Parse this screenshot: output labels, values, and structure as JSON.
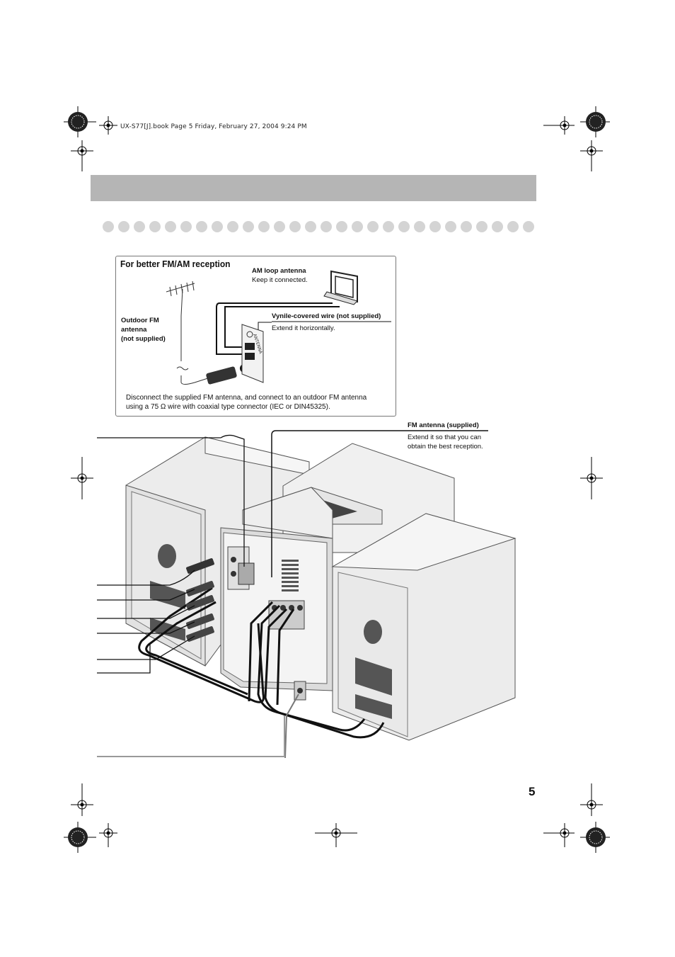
{
  "header": {
    "file_line": "UX-S77[J].book  Page 5  Friday, February 27, 2004  9:24 PM"
  },
  "inset": {
    "title": "For better FM/AM reception",
    "am_loop": {
      "label": "AM loop antenna",
      "desc": "Keep it connected."
    },
    "vinyl_wire": {
      "label": "Vynile-covered wire (not supplied)",
      "desc": "Extend it horizontally."
    },
    "outdoor_fm": {
      "line1": "Outdoor FM",
      "line2": "antenna",
      "line3": "(not supplied)"
    },
    "note_line1": "Disconnect the supplied FM antenna, and connect to an outdoor FM antenna",
    "note_line2": "using a 75 Ω wire with coaxial type connector (IEC or DIN45325)."
  },
  "fm_supplied": {
    "label": "FM antenna (supplied)",
    "desc_line1": "Extend it so that you can",
    "desc_line2": "obtain the best reception."
  },
  "page_number": "5",
  "colors": {
    "band": "#b5b5b5",
    "dot": "#d4d4d4",
    "speaker_face": "#e9e9e9",
    "dark_panel": "#555555"
  }
}
